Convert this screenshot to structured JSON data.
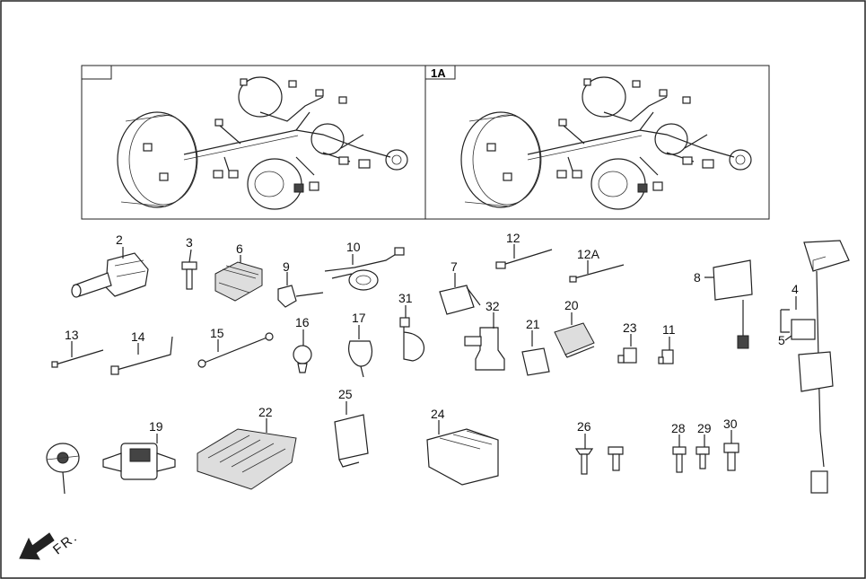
{
  "inset_labels": {
    "left": "",
    "right": "1A"
  },
  "direction": "FR.",
  "callouts": {
    "c2": "2",
    "c3": "3",
    "c6": "6",
    "c9": "9",
    "c10": "10",
    "c7": "7",
    "c12": "12",
    "c12a": "12A",
    "c31": "31",
    "c32": "32",
    "c21": "21",
    "c20": "20",
    "c23": "23",
    "c11": "11",
    "c8": "8",
    "c4": "4",
    "c5": "5",
    "c13": "13",
    "c14": "14",
    "c15": "15",
    "c16": "16",
    "c17": "17",
    "c19": "19",
    "c22": "22",
    "c25": "25",
    "c24": "24",
    "c26": "26",
    "c28": "28",
    "c29": "29",
    "c30": "30"
  }
}
